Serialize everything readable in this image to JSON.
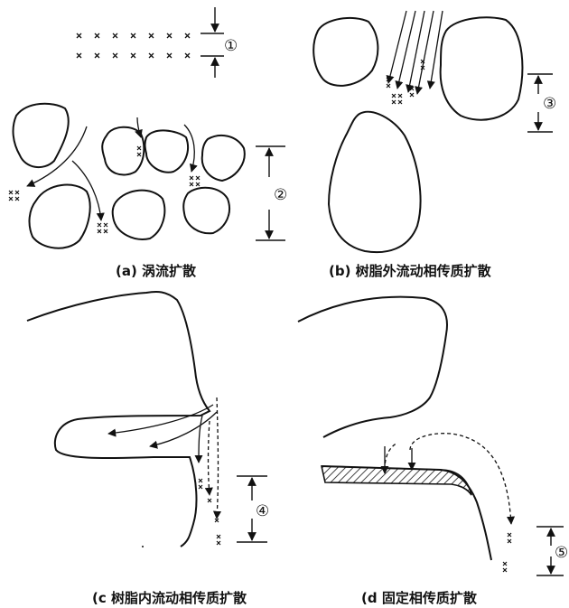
{
  "panels": [
    {
      "id": "a",
      "caption": "(a) 涡流扩散"
    },
    {
      "id": "b",
      "caption": "(b) 树脂外流动相传质扩散"
    },
    {
      "id": "c",
      "caption": "(c 树脂内流动相传质扩散"
    },
    {
      "id": "d",
      "caption": "(d 固定相传质扩散"
    }
  ],
  "markers": {
    "m1": "①",
    "m2": "②",
    "m3": "③",
    "m4": "④",
    "m5": "⑤"
  },
  "molecule_symbol": "×"
}
